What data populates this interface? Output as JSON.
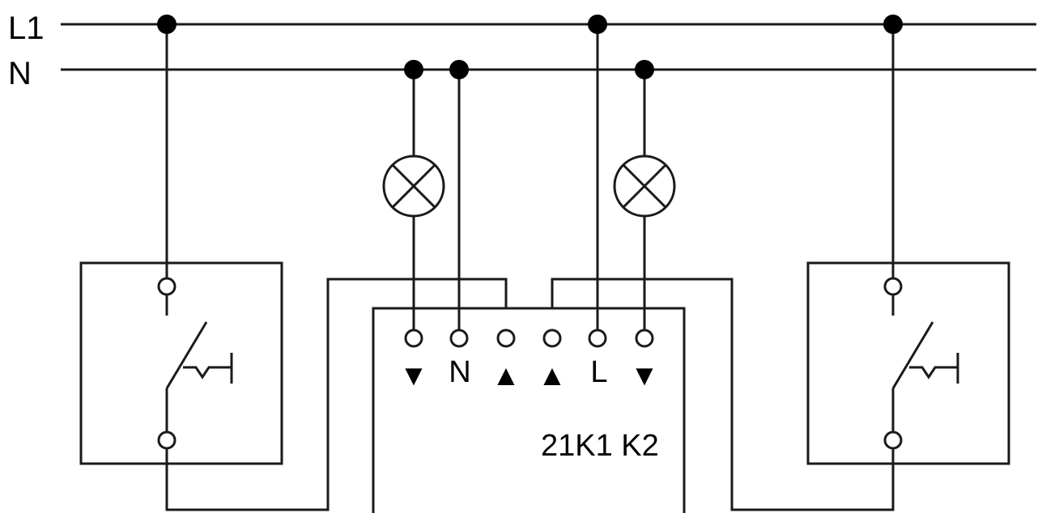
{
  "lines": {
    "l1_label": "L1",
    "n_label": "N"
  },
  "actuator": {
    "terminal_labels": [
      "▼",
      "N",
      "▲",
      "▲",
      "L",
      "▼"
    ],
    "model_label": "21K1 K2"
  },
  "colors": {
    "ink": "#1a1a1a",
    "background": "#ffffff"
  }
}
